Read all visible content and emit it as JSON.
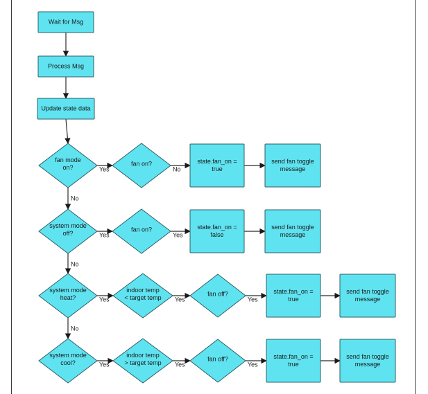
{
  "nodes": [
    {
      "id": "wait_msg",
      "shape": "rect",
      "lines": [
        "Wait for Msg"
      ]
    },
    {
      "id": "process_msg",
      "shape": "rect",
      "lines": [
        "Process Msg"
      ]
    },
    {
      "id": "update_state",
      "shape": "rect",
      "lines": [
        "Update state data"
      ]
    },
    {
      "id": "fan_mode_on",
      "shape": "diamond",
      "lines": [
        "fan mode",
        "on?"
      ]
    },
    {
      "id": "fan_on_1",
      "shape": "diamond",
      "lines": [
        "fan on?"
      ]
    },
    {
      "id": "state_fan_true_1",
      "shape": "rect",
      "lines": [
        "state.fan_on =",
        "true"
      ]
    },
    {
      "id": "send_toggle_1",
      "shape": "rect",
      "lines": [
        "send fan toggle",
        "message"
      ]
    },
    {
      "id": "system_mode_off",
      "shape": "diamond",
      "lines": [
        "system mode",
        "off?"
      ]
    },
    {
      "id": "fan_on_2",
      "shape": "diamond",
      "lines": [
        "fan on?"
      ]
    },
    {
      "id": "state_fan_false",
      "shape": "rect",
      "lines": [
        "state.fan_on =",
        "false"
      ]
    },
    {
      "id": "send_toggle_2",
      "shape": "rect",
      "lines": [
        "send fan toggle",
        "message"
      ]
    },
    {
      "id": "system_mode_heat",
      "shape": "diamond",
      "lines": [
        "system mode",
        "heat?"
      ]
    },
    {
      "id": "indoor_lt_target",
      "shape": "diamond",
      "lines": [
        "indoor temp",
        "< target temp"
      ]
    },
    {
      "id": "fan_off_1",
      "shape": "diamond",
      "lines": [
        "fan off?"
      ]
    },
    {
      "id": "state_fan_true_2",
      "shape": "rect",
      "lines": [
        "state.fan_on =",
        "true"
      ]
    },
    {
      "id": "send_toggle_3",
      "shape": "rect",
      "lines": [
        "send fan toggle",
        "message"
      ]
    },
    {
      "id": "system_mode_cool",
      "shape": "diamond",
      "lines": [
        "system mode",
        "cool?"
      ]
    },
    {
      "id": "indoor_gt_target",
      "shape": "diamond",
      "lines": [
        "indoor temp",
        "> target temp"
      ]
    },
    {
      "id": "fan_off_2",
      "shape": "diamond",
      "lines": [
        "fan off?"
      ]
    },
    {
      "id": "state_fan_true_3",
      "shape": "rect",
      "lines": [
        "state.fan_on =",
        "true"
      ]
    },
    {
      "id": "send_toggle_4",
      "shape": "rect",
      "lines": [
        "send fan toggle",
        "message"
      ]
    }
  ],
  "edges": [
    {
      "from": "wait_msg",
      "to": "process_msg",
      "label": ""
    },
    {
      "from": "process_msg",
      "to": "update_state",
      "label": ""
    },
    {
      "from": "update_state",
      "to": "fan_mode_on",
      "label": ""
    },
    {
      "from": "fan_mode_on",
      "to": "fan_on_1",
      "label": "Yes"
    },
    {
      "from": "fan_on_1",
      "to": "state_fan_true_1",
      "label": "No"
    },
    {
      "from": "state_fan_true_1",
      "to": "send_toggle_1",
      "label": ""
    },
    {
      "from": "fan_mode_on",
      "to": "system_mode_off",
      "label": "No"
    },
    {
      "from": "system_mode_off",
      "to": "fan_on_2",
      "label": "Yes"
    },
    {
      "from": "fan_on_2",
      "to": "state_fan_false",
      "label": "Yes"
    },
    {
      "from": "state_fan_false",
      "to": "send_toggle_2",
      "label": ""
    },
    {
      "from": "system_mode_off",
      "to": "system_mode_heat",
      "label": "No"
    },
    {
      "from": "system_mode_heat",
      "to": "indoor_lt_target",
      "label": "Yes"
    },
    {
      "from": "indoor_lt_target",
      "to": "fan_off_1",
      "label": "Yes"
    },
    {
      "from": "fan_off_1",
      "to": "state_fan_true_2",
      "label": "Yes"
    },
    {
      "from": "state_fan_true_2",
      "to": "send_toggle_3",
      "label": ""
    },
    {
      "from": "system_mode_heat",
      "to": "system_mode_cool",
      "label": "No"
    },
    {
      "from": "system_mode_cool",
      "to": "indoor_gt_target",
      "label": "Yes"
    },
    {
      "from": "indoor_gt_target",
      "to": "fan_off_2",
      "label": "Yes"
    },
    {
      "from": "fan_off_2",
      "to": "state_fan_true_3",
      "label": "Yes"
    },
    {
      "from": "state_fan_true_3",
      "to": "send_toggle_4",
      "label": ""
    }
  ]
}
